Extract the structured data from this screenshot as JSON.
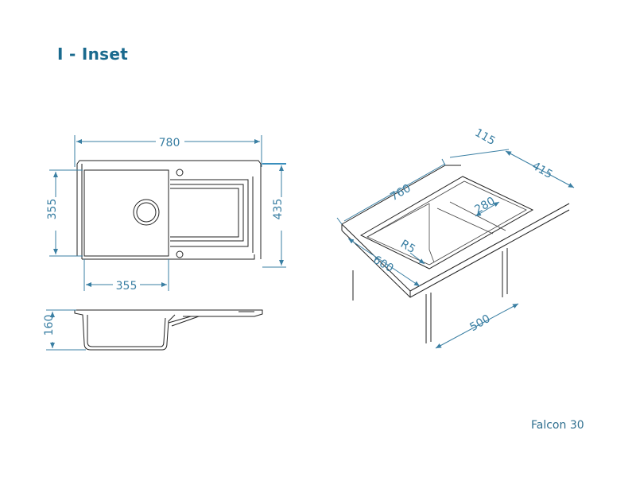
{
  "title": "I - Inset",
  "footer": "Falcon 30",
  "top_view": {
    "width": "780",
    "bowl_width": "355",
    "bowl_depth": "355",
    "depth": "435"
  },
  "side_view": {
    "height": "160"
  },
  "iso_view": {
    "length": "760",
    "back_margin": "115",
    "width": "415",
    "bowl_length": "280",
    "radius": "R5",
    "cabinet_depth": "600",
    "cabinet_width": "500"
  }
}
